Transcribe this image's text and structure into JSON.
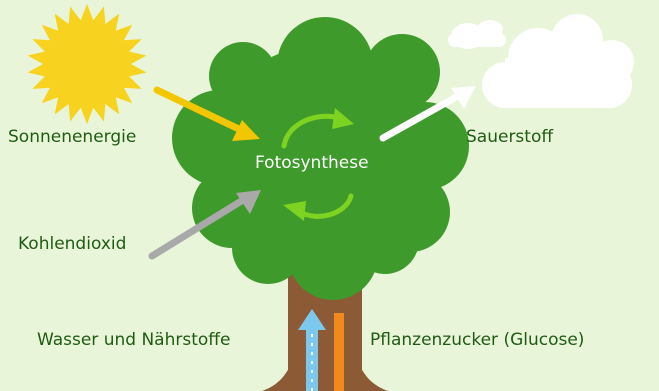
{
  "labels": {
    "sun_energy": "Sonnenenergie",
    "co2": "Kohlendioxid",
    "process": "Fotosynthese",
    "oxygen": "Sauerstoff",
    "water": "Wasser und Nährstoffe",
    "glucose": "Pflanzenzucker (Glucose)"
  },
  "colors": {
    "background": "#e9f5d9",
    "sun": "#f7d21e",
    "crown": "#3f9a2c",
    "cycle_arrows": "#7ed321",
    "trunk": "#8c5a35",
    "sun_arrow": "#f2c600",
    "co2_arrow": "#a9a9a9",
    "oxygen_arrow": "#ffffff",
    "water_arrow": "#7cc8ee",
    "glucose_arrow": "#f08a1c",
    "label_text": "#1f5c12",
    "cloud": "#ffffff"
  },
  "icons": {
    "sun": "sun-icon",
    "clouds": "cloud-icon",
    "tree": "tree-icon",
    "cycle": "cycle-arrows-icon"
  }
}
